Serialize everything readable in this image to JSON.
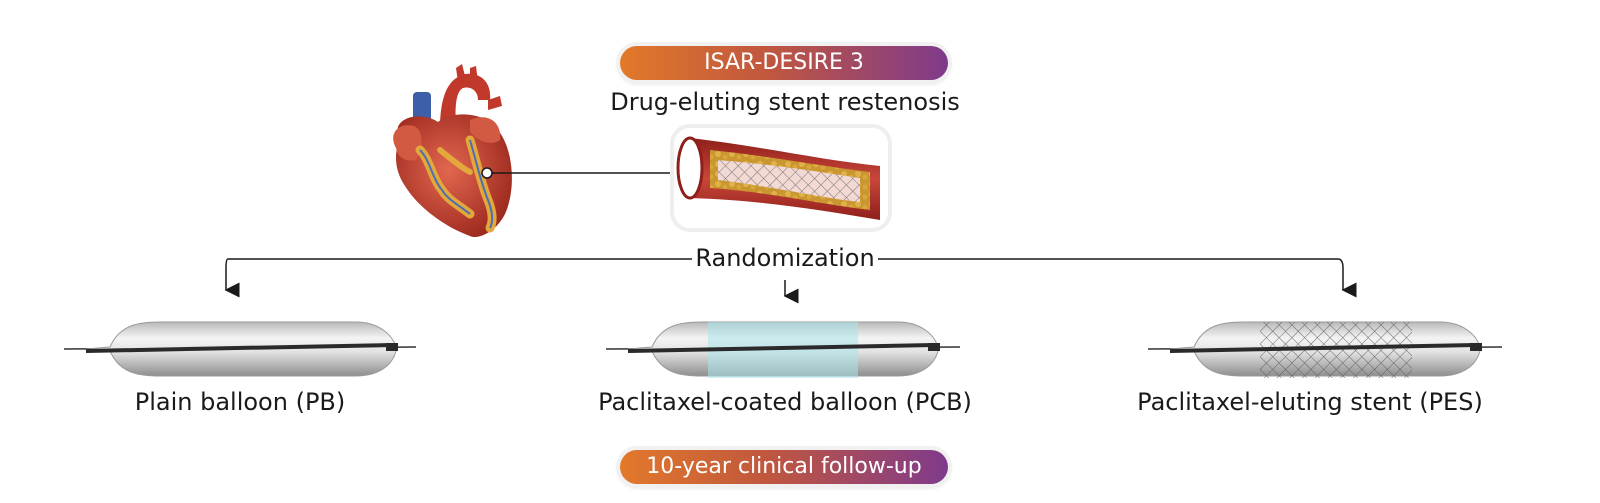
{
  "trial": {
    "name": "ISAR-DESIRE 3",
    "condition": "Drug-eluting stent restenosis"
  },
  "randomization_label": "Randomization",
  "arms": [
    {
      "label": "Plain balloon (PB)"
    },
    {
      "label": "Paclitaxel-coated balloon (PCB)"
    },
    {
      "label": "Paclitaxel-eluting stent (PES)"
    }
  ],
  "follow_up": "10-year clinical follow-up",
  "colors": {
    "pill_start": "#e2792a",
    "pill_end": "#7f3a8c",
    "coating": "#a8e6ea",
    "vessel": "#b8342a"
  },
  "icons": [
    "heart-illustration",
    "stented-artery-illustration",
    "plain-balloon-illustration",
    "coated-balloon-illustration",
    "stent-balloon-illustration"
  ]
}
